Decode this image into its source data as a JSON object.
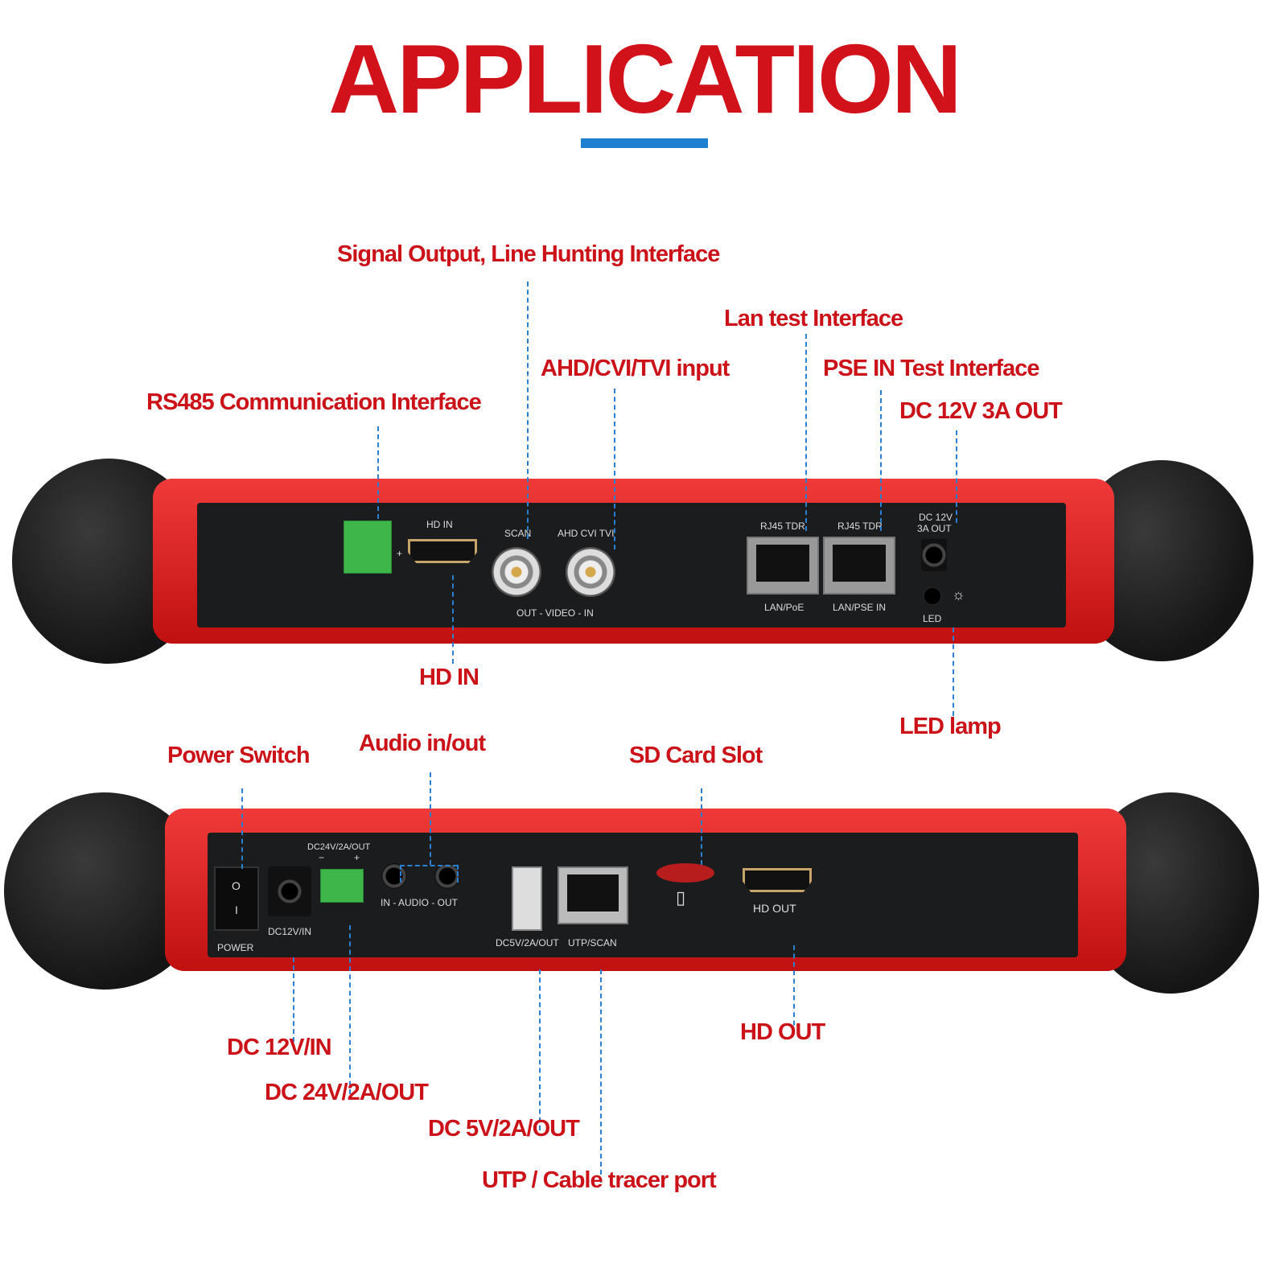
{
  "title": "APPLICATION",
  "callouts_top": {
    "signal_output": "Signal Output, Line Hunting Interface",
    "lan_test": "Lan test Interface",
    "ahd_input": "AHD/CVI/TVI input",
    "pse_in": "PSE IN Test Interface",
    "rs485": "RS485 Communication Interface",
    "dc12_out": "DC 12V 3A OUT",
    "hd_in": "HD IN",
    "led_lamp": "LED lamp"
  },
  "callouts_bottom": {
    "power_switch": "Power Switch",
    "audio": "Audio in/out",
    "sd_card": "SD Card Slot",
    "hd_out": "HD OUT",
    "dc12_in": "DC 12V/IN",
    "dc24_out": "DC 24V/2A/OUT",
    "dc5_out": "DC 5V/2A/OUT",
    "utp": "UTP / Cable tracer port"
  },
  "panel_top": {
    "hd_in": "HD IN",
    "scan": "SCAN",
    "ahd": "AHD  CVI  TVI",
    "video": "OUT - VIDEO - IN",
    "rj1": "RJ45 TDR",
    "rj2": "RJ45 TDR",
    "lan_poe": "LAN/PoE",
    "lan_pse": "LAN/PSE IN",
    "dc_out": "DC 12V",
    "dc_out2": "3A OUT",
    "led": "LED",
    "plus": "+"
  },
  "panel_bottom": {
    "power": "POWER",
    "sw_o": "O",
    "sw_i": "I",
    "dc12": "DC12V/IN",
    "dc24": "DC24V/2A/OUT",
    "minus": "−",
    "plus": "+",
    "audio": "IN - AUDIO - OUT",
    "dc5": "DC5V/2A/OUT",
    "utp": "UTP/SCAN",
    "hd_out": "HD OUT"
  }
}
